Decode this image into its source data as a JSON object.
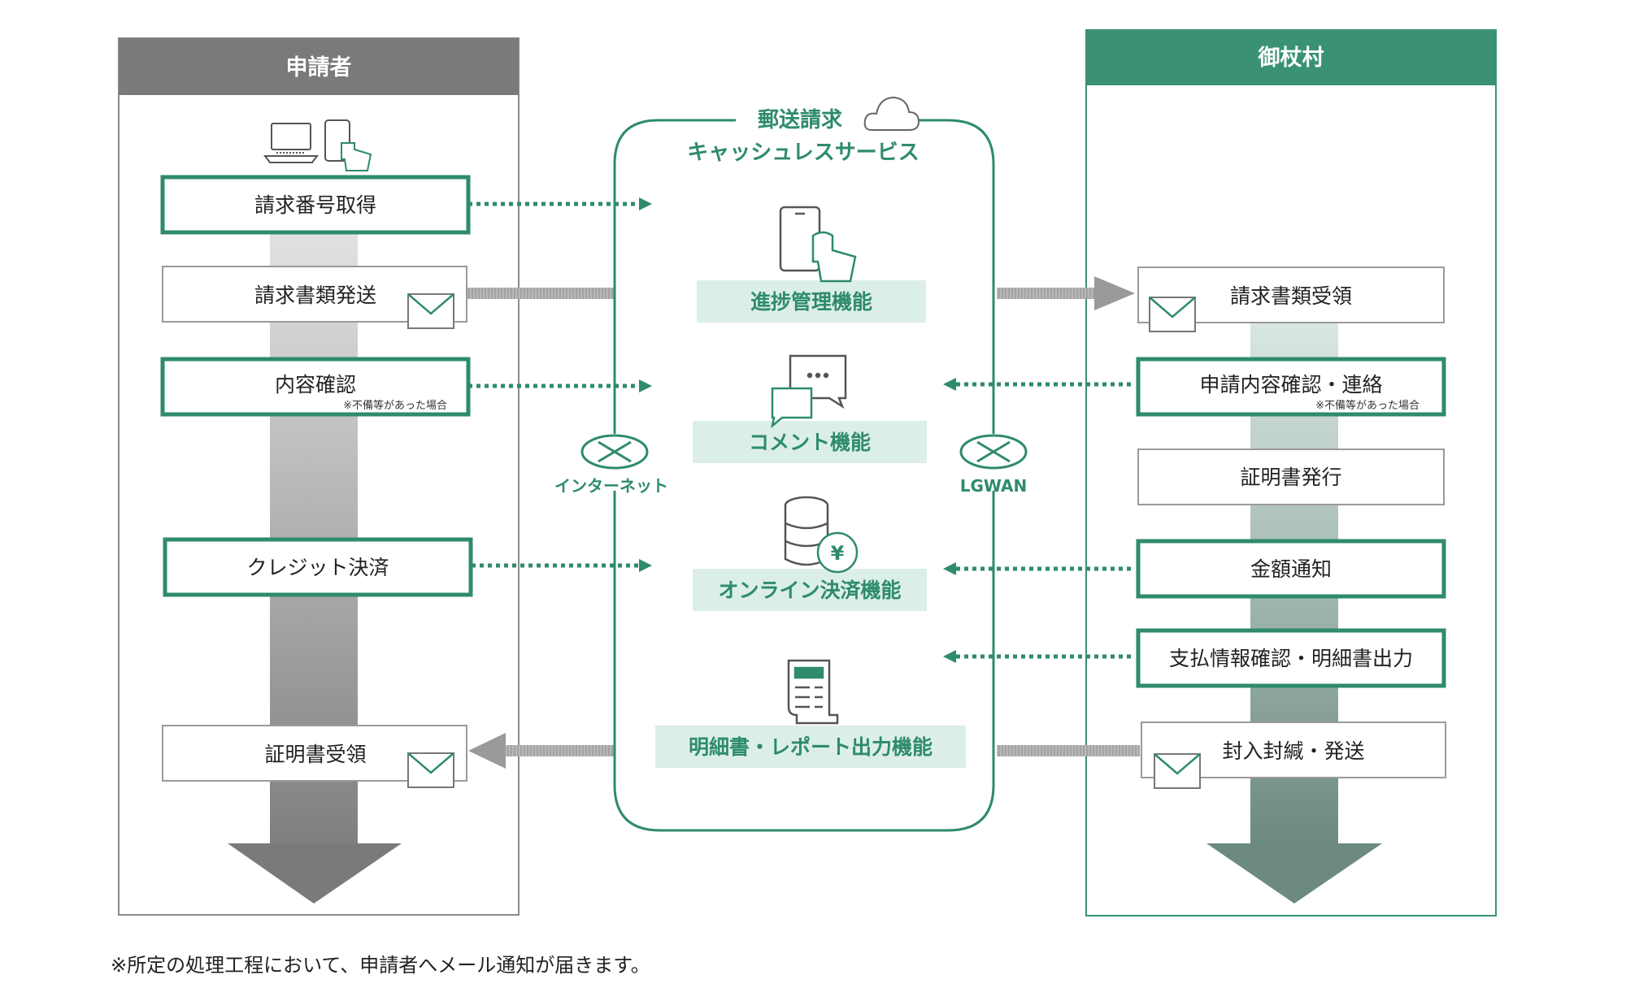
{
  "colors": {
    "accent": "#2e8b6c",
    "applicant_header": "#7a7a7a",
    "village_header": "#3a9273",
    "func_bg": "#dcefe7",
    "gray_border": "#9a9a9a"
  },
  "applicant": {
    "title": "申請者",
    "steps": [
      {
        "label": "請求番号取得",
        "style": "green"
      },
      {
        "label": "請求書類発送",
        "style": "gray",
        "mail": true
      },
      {
        "label": "内容確認",
        "style": "green",
        "note": "※不備等があった場合"
      },
      {
        "label": "クレジット決済",
        "style": "green"
      },
      {
        "label": "証明書受領",
        "style": "gray",
        "mail": true
      }
    ]
  },
  "village": {
    "title": "御杖村",
    "steps": [
      {
        "label": "請求書類受領",
        "style": "gray",
        "mail": true
      },
      {
        "label": "申請内容確認・連絡",
        "style": "green",
        "note": "※不備等があった場合"
      },
      {
        "label": "証明書発行",
        "style": "gray"
      },
      {
        "label": "金額通知",
        "style": "green"
      },
      {
        "label": "支払情報確認・明細書出力",
        "style": "green"
      },
      {
        "label": "封入封緘・発送",
        "style": "gray",
        "mail": true
      }
    ]
  },
  "service": {
    "title_line1": "郵送請求",
    "title_line2": "キャッシュレスサービス",
    "functions": [
      {
        "label": "進捗管理機能",
        "icon": "smartphone-tap-icon"
      },
      {
        "label": "コメント機能",
        "icon": "chat-bubbles-icon"
      },
      {
        "label": "オンライン決済機能",
        "icon": "coins-yen-icon"
      },
      {
        "label": "明細書・レポート出力機能",
        "icon": "receipt-icon"
      }
    ],
    "network_left": "インターネット",
    "network_right": "LGWAN"
  },
  "footnote": "※所定の処理工程において、申請者へメール通知が届きます。"
}
